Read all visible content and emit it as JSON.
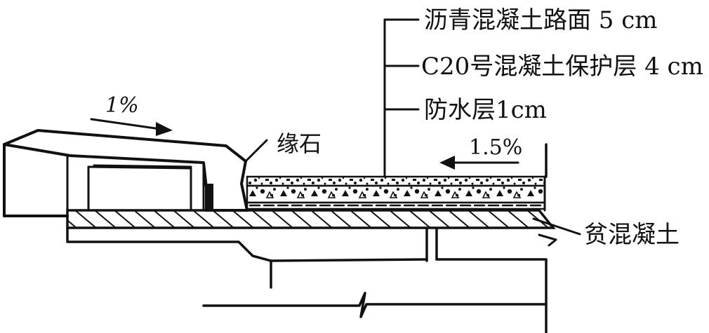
{
  "labels": {
    "asphalt": "沥青混凝土路面 5 cm",
    "protective": "C20号混凝土保护层 4 cm",
    "waterproof": "防水层1cm",
    "curb": "缘石",
    "lean_concrete": "贫混凝土",
    "slope_left": "1%",
    "slope_right": "1.5%"
  }
}
